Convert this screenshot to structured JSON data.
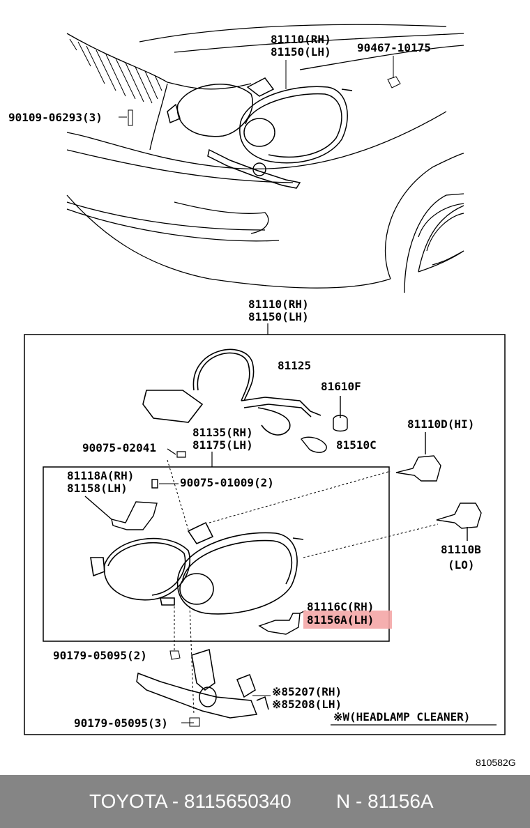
{
  "top_labels": {
    "assembly_rh": "81110(RH)",
    "assembly_lh": "81150(LH)",
    "nut_top_right": "90467-10175",
    "bolt_left": "90109-06293(3)"
  },
  "box_title": {
    "rh": "81110(RH)",
    "lh": "81150(LH)"
  },
  "parts": {
    "wire_harness": "81125",
    "bulb_small": "81610F",
    "socket": "81510C",
    "bulb_hi": "81110D(HI)",
    "bulb_lo_code": "81110B",
    "bulb_lo_note": "(LO)",
    "screw_top": "90075-02041",
    "housing_rh": "81135(RH)",
    "housing_lh": "81175(LH)",
    "bracket_rh": "81118A(RH)",
    "bracket_lh": "81158(LH)",
    "screw_bracket": "90075-01009(2)",
    "bracket2_rh": "81116C(RH)",
    "bracket2_lh": "81156A(LH)",
    "nut_mid": "90179-05095(2)",
    "nut_bottom": "90179-05095(3)",
    "cleaner_rh": "※85207(RH)",
    "cleaner_lh": "※85208(LH)",
    "cleaner_note": "※W(HEADLAMP CLEANER)"
  },
  "diagram_code": "810582G",
  "highlight_color": "#f4a6a6",
  "footer": {
    "brand_part": "TOYOTA - 8115650340",
    "part_number": "N - 81156A"
  }
}
